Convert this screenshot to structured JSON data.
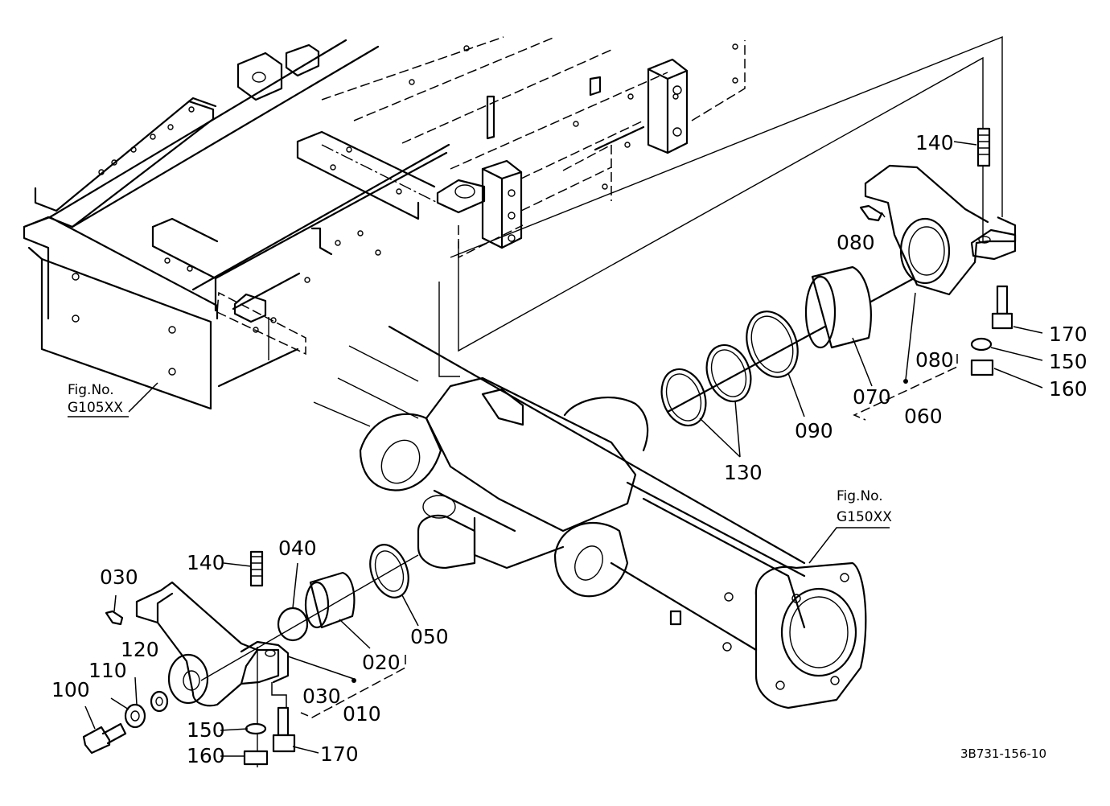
{
  "diagram": {
    "drawing_code": "3B731-156-10",
    "figure_refs": [
      {
        "line1": "Fig.No.",
        "line2": "G105XX"
      },
      {
        "line1": "Fig.No.",
        "line2": "G150XX"
      }
    ],
    "part_labels": {
      "p010": "010",
      "p020": "020",
      "p030a": "030",
      "p030b": "030",
      "p040": "040",
      "p050": "050",
      "p060": "060",
      "p070": "070",
      "p080a": "080",
      "p080b": "080",
      "p090": "090",
      "p100": "100",
      "p110": "110",
      "p120": "120",
      "p130": "130",
      "p140a": "140",
      "p140b": "140",
      "p150a": "150",
      "p150b": "150",
      "p160a": "160",
      "p160b": "160",
      "p170a": "170",
      "p170b": "170"
    }
  }
}
